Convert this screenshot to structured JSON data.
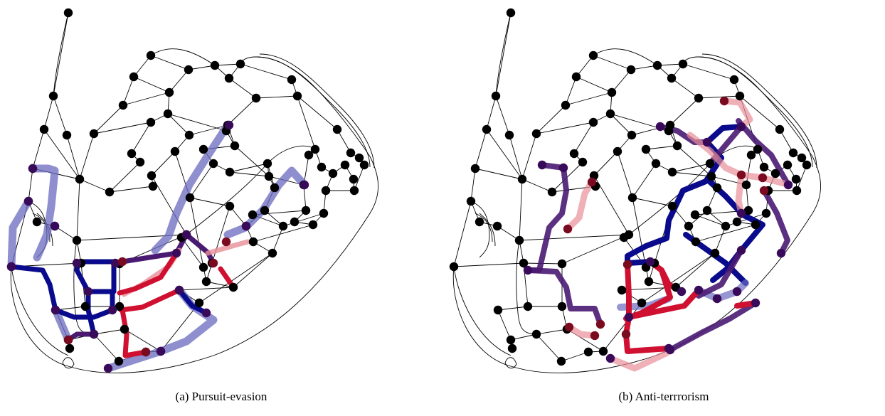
{
  "figure": {
    "panels": [
      {
        "id": "a",
        "caption": "(a) Pursuit-evasion"
      },
      {
        "id": "b",
        "caption": "(b) Anti-terrrorism"
      }
    ]
  },
  "colors": {
    "background": "#ffffff",
    "street": "#000000",
    "node": "#000000",
    "blue_route": "#0a0a8c",
    "blue_route_light": "#6a6ac0",
    "red_route": "#d01030",
    "red_route_light": "#e88f98",
    "purple_route": "#4a1a72",
    "node_purple": "#3a0a5a",
    "node_darkred": "#7a0a20"
  },
  "icons": [
    "node-dot"
  ]
}
